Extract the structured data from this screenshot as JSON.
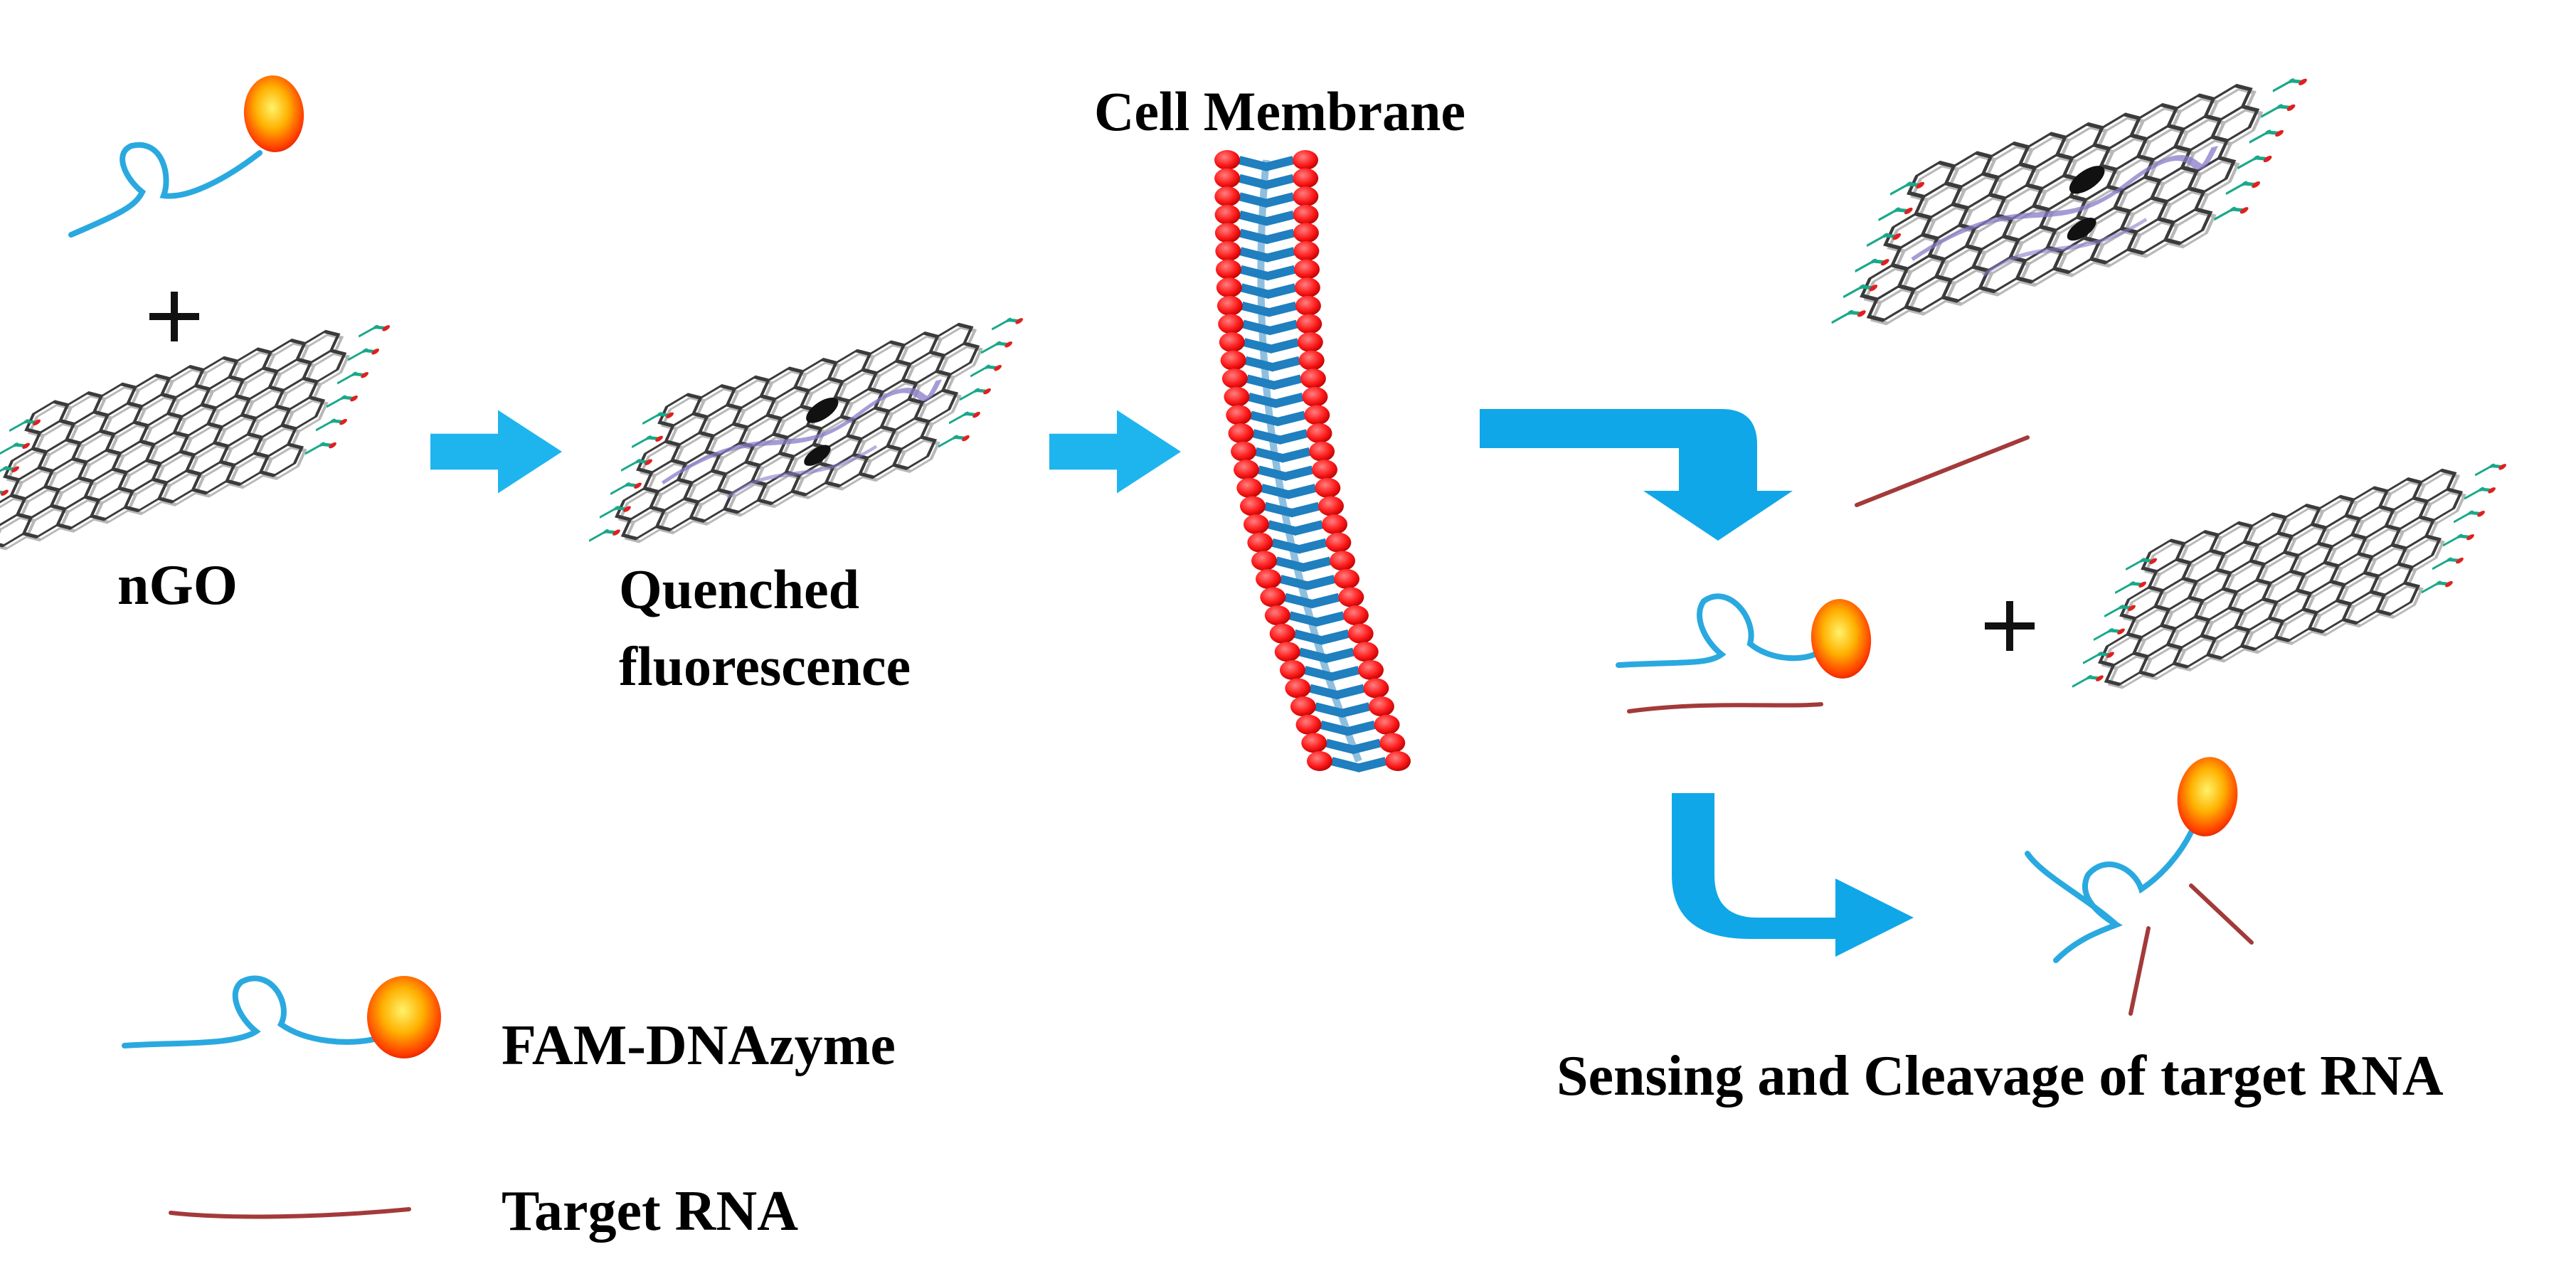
{
  "labels": {
    "ngo": "nGO",
    "quenched_line1": "Quenched",
    "quenched_line2": "fluorescence",
    "cell_membrane": "Cell Membrane",
    "sensing": "Sensing and Cleavage of target RNA",
    "legend_dnazyme": "FAM-DNAzyme",
    "legend_rna": "Target RNA",
    "plus": "+"
  },
  "colors": {
    "dna_strand": "#2aa9e0",
    "rna_strand": "#a33a3a",
    "arrow": "#1eb5ef",
    "curved_arrow": "#10a7e8",
    "membrane_head": "#ff1a1a",
    "membrane_tail": "#1f7fbf",
    "graphene_line": "#3a3a3a",
    "functional_group": "#1aa88a",
    "oxygen": "#e02020",
    "quencher": "#111111",
    "fluorophore_core": "#ffe14a",
    "fluorophore_edge": "#ff3b00"
  }
}
